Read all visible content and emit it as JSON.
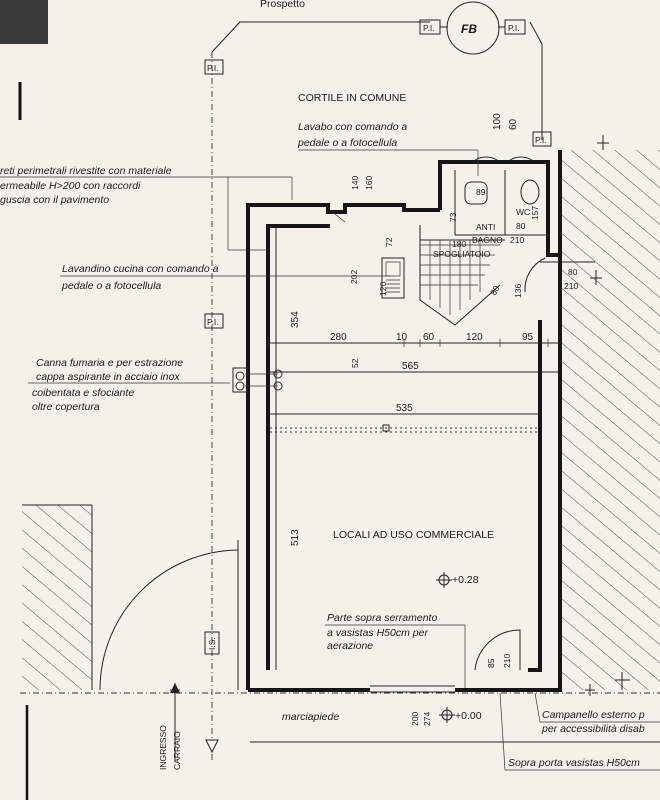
{
  "labels": {
    "courtyard": "CORTILE IN COMUNE",
    "fb": "FB",
    "pl": "P.I.",
    "ls": "I.S.",
    "main_room": "LOCALI AD USO COMMERCIALE",
    "anti": "ANTI",
    "bagno": "BAGNO",
    "spogliatoio": "SPOGLIATOIO",
    "wc": "WC",
    "sidewalk": "marciapiede",
    "entrance_1": "INGRESSO",
    "entrance_2": "CARRAIO"
  },
  "notes": {
    "lavabo": [
      "Lavabo con comando a",
      "pedale o a fotocellula"
    ],
    "pareti": [
      "reti perimetrali rivestite con materiale",
      "ermeabile H>200 con raccordi",
      "guscia con il pavimento"
    ],
    "lavandino": [
      "Lavandino cucina con comando a",
      "pedale o a fotocellula"
    ],
    "canna": [
      "Canna fumaria e per estrazione",
      "cappa aspirante in acciaio inox",
      "coibentata e sfociante",
      "oltre copertura"
    ],
    "parte_sopra": [
      "Parte sopra serramento",
      "a vasistas H50cm per",
      "aerazione"
    ],
    "campanello": [
      "Campanello esterno p",
      "per accessibilità disab"
    ],
    "sopra_porta": "Sopra porta vasistas H50cm"
  },
  "dimensions": {
    "d100": "100",
    "d60a": "60",
    "d140": "140",
    "d160": "160",
    "d73": "73",
    "d89": "89",
    "d157": "157",
    "d80a": "80",
    "d210a": "210",
    "d180": "180",
    "d72": "72",
    "d202": "202",
    "d120a": "120",
    "d80b": "80",
    "d136": "136",
    "d80c": "80",
    "d210b": "210",
    "d354": "354",
    "d280": "280",
    "d10": "10",
    "d60b": "60",
    "d120b": "120",
    "d95": "95",
    "d565": "565",
    "d52": "52",
    "d535": "535",
    "d513": "513",
    "d85": "85",
    "d210c": "210",
    "d200": "200",
    "d274": "274"
  },
  "levels": {
    "floor": "+0.28",
    "street": "+0.00"
  },
  "top_cut": "Prospetto"
}
